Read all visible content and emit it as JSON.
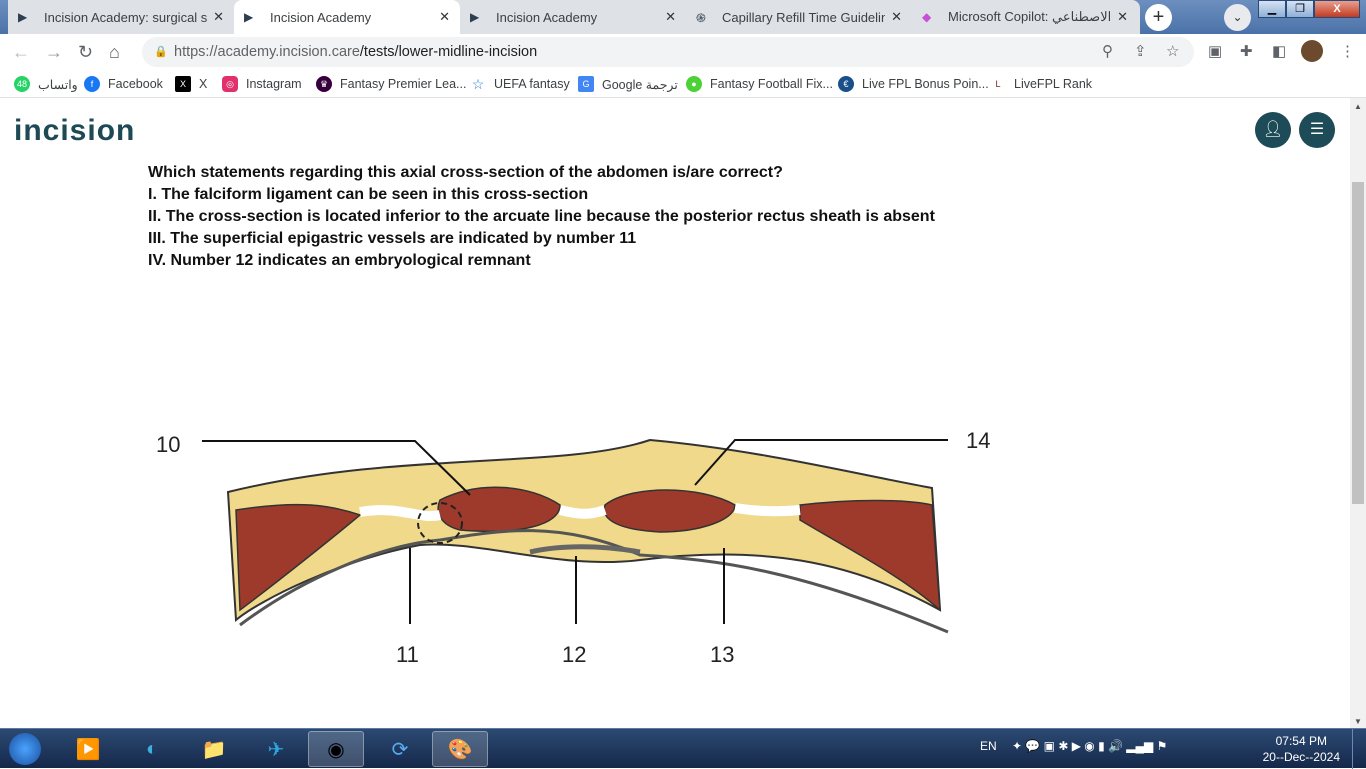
{
  "browser": {
    "tabs": [
      {
        "title": "Incision Academy: surgical skill",
        "icon": "play-icon",
        "active": false
      },
      {
        "title": "Incision Academy",
        "icon": "play-icon",
        "active": true
      },
      {
        "title": "Incision Academy",
        "icon": "play-icon",
        "active": false
      },
      {
        "title": "Capillary Refill Time Guidelines",
        "icon": "openai-icon",
        "active": false
      },
      {
        "title": "Microsoft Copilot: الذكاء الاصطناعي",
        "icon": "copilot-icon",
        "active": false
      }
    ],
    "new_tab": "+",
    "url_host": "https://academy.incision.care",
    "url_path": "/tests/lower-midline-incision",
    "bookmarks": [
      {
        "label": "واتساب",
        "badge": "48",
        "color": "#25d366"
      },
      {
        "label": "Facebook",
        "badge": "f",
        "color": "#1877f2"
      },
      {
        "label": "X",
        "badge": "X",
        "color": "#000000"
      },
      {
        "label": "Instagram",
        "badge": "◎",
        "color": "#e1306c"
      },
      {
        "label": "Fantasy Premier Lea...",
        "badge": "♛",
        "color": "#37003c"
      },
      {
        "label": "UEFA fantasy",
        "badge": "☆",
        "color": "#2a7de1"
      },
      {
        "label": "Google ترجمة",
        "badge": "G",
        "color": "#4285f4"
      },
      {
        "label": "Fantasy Football Fix...",
        "badge": "●",
        "color": "#4cd137"
      },
      {
        "label": "Live FPL Bonus Poin...",
        "badge": "€",
        "color": "#1a4f8a"
      },
      {
        "label": "LiveFPL Rank",
        "badge": "L",
        "color": "#6b2a2a"
      }
    ]
  },
  "header": {
    "logo": "incision",
    "profile_icon": "user-icon",
    "menu_icon": "list-icon"
  },
  "question": {
    "lines": [
      "Which statements regarding this axial cross-section of the abdomen is/are correct?",
      "I. The falciform ligament can be seen in this cross-section",
      "II. The cross-section is located inferior to the arcuate line because the posterior rectus sheath is absent",
      "III. The superficial epigastric vessels are indicated by number 11",
      "IV. Number 12 indicates an embryological remnant"
    ],
    "figure_labels": {
      "l10": "10",
      "l11": "11",
      "l12": "12",
      "l13": "13",
      "l14": "14"
    }
  },
  "taskbar": {
    "lang": "EN",
    "time": "07:54 PM",
    "date": "20--Dec--2024"
  }
}
